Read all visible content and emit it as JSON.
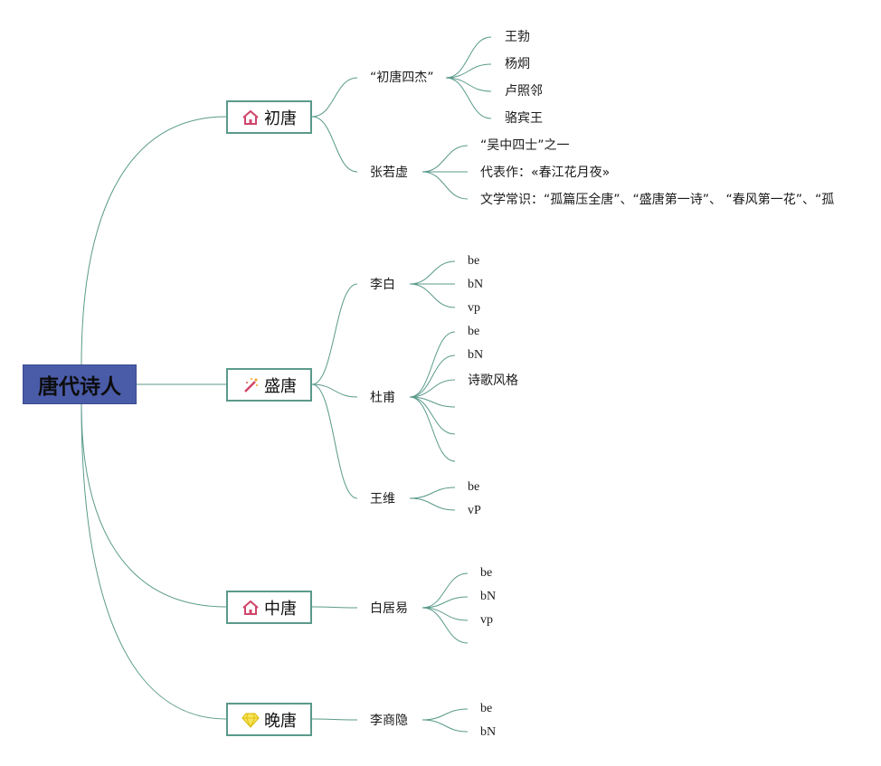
{
  "root": {
    "label": "唐代诗人"
  },
  "eras": {
    "chu": {
      "label": "初唐",
      "icon": "home-icon"
    },
    "sheng": {
      "label": "盛唐",
      "icon": "magic-wand-icon"
    },
    "zhong": {
      "label": "中唐",
      "icon": "home-icon"
    },
    "wan": {
      "label": "晚唐",
      "icon": "diamond-icon"
    }
  },
  "nodes": {
    "sijie": {
      "label": "“初唐四杰”"
    },
    "zhangruoxu": {
      "label": "张若虚"
    },
    "libai": {
      "label": "李白"
    },
    "dufu": {
      "label": "杜甫"
    },
    "wangwei": {
      "label": "王维"
    },
    "baijuyi": {
      "label": "白居易"
    },
    "lishangyin": {
      "label": "李商隐"
    }
  },
  "leaves": {
    "sijie": [
      "王勃",
      "杨炯",
      "卢照邻",
      "骆宾王"
    ],
    "zhangruoxu": [
      "“吴中四士”之一",
      "代表作：«春江花月夜»",
      "文学常识：“孤篇压全唐”、“盛唐第一诗”、 “春风第一花”、“孤"
    ],
    "libai": [
      "be",
      "bN",
      "vp"
    ],
    "dufu": [
      "be",
      "bN",
      "诗歌风格"
    ],
    "wangwei": [
      "be",
      "vP"
    ],
    "baijuyi": [
      "be",
      "bN",
      "vp"
    ],
    "lishangyin": [
      "be",
      "bN"
    ]
  },
  "colors": {
    "line": "#5a9a8a",
    "root_bg": "#4a5ba8",
    "icon_pink": "#d0456a",
    "icon_yellow": "#f2d21a"
  }
}
